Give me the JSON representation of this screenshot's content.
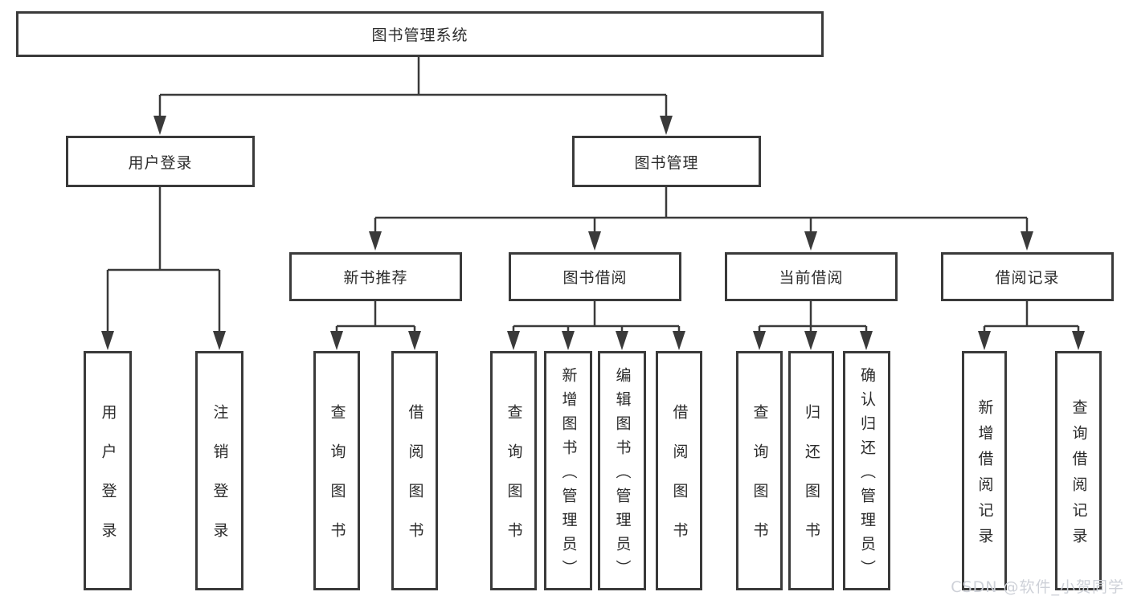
{
  "diagram": {
    "root": {
      "label": "图书管理系统"
    },
    "branches": [
      {
        "label": "用户登录",
        "children": [
          {
            "label": "用户登录"
          },
          {
            "label": "注销登录"
          }
        ]
      },
      {
        "label": "图书管理",
        "children": [
          {
            "label": "新书推荐",
            "children": [
              {
                "label": "查询图书"
              },
              {
                "label": "借阅图书"
              }
            ]
          },
          {
            "label": "图书借阅",
            "children": [
              {
                "label": "查询图书"
              },
              {
                "label": "新增图书（管理员）"
              },
              {
                "label": "编辑图书（管理员）"
              },
              {
                "label": "借阅图书"
              }
            ]
          },
          {
            "label": "当前借阅",
            "children": [
              {
                "label": "查询图书"
              },
              {
                "label": "归还图书"
              },
              {
                "label": "确认归还（管理员）"
              }
            ]
          },
          {
            "label": "借阅记录",
            "children": [
              {
                "label": "新增借阅记录"
              },
              {
                "label": "查询借阅记录"
              }
            ]
          }
        ]
      }
    ]
  },
  "watermark": {
    "text": "CSDN @软件_小贺同学"
  },
  "colors": {
    "line": "#3a3a3a",
    "box_background": "#ffffff",
    "watermark": "#ced1d8"
  }
}
